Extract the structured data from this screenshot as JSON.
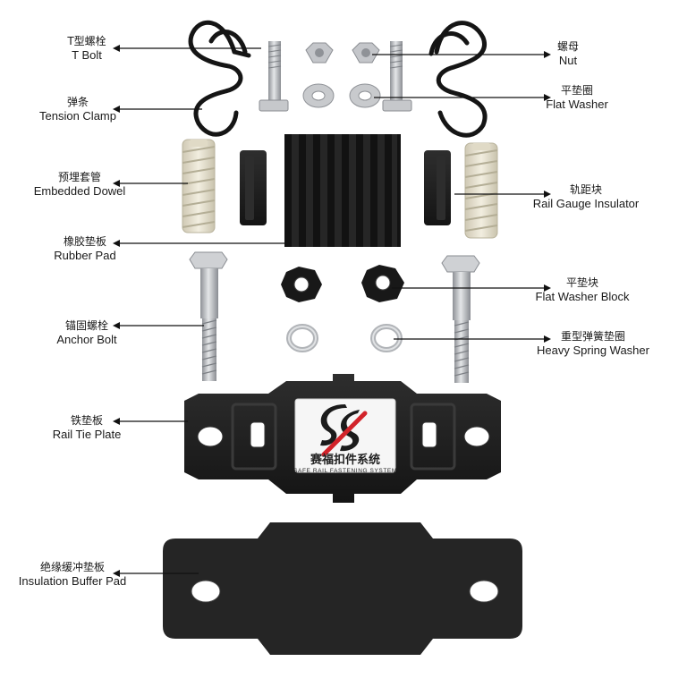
{
  "labels": {
    "t_bolt": {
      "zh": "T型螺栓",
      "en": "T Bolt"
    },
    "tension_clamp": {
      "zh": "弹条",
      "en": "Tension Clamp"
    },
    "embedded_dowel": {
      "zh": "预埋套管",
      "en": "Embedded Dowel"
    },
    "rubber_pad": {
      "zh": "橡胶垫板",
      "en": "Rubber Pad"
    },
    "anchor_bolt": {
      "zh": "锚固螺栓",
      "en": "Anchor Bolt"
    },
    "rail_tie_plate": {
      "zh": "铁垫板",
      "en": "Rail Tie Plate"
    },
    "insulation_buffer_pad": {
      "zh": "绝缘缓冲垫板",
      "en": "Insulation Buffer Pad"
    },
    "nut": {
      "zh": "螺母",
      "en": "Nut"
    },
    "flat_washer": {
      "zh": "平垫圈",
      "en": "Flat Washer"
    },
    "rail_gauge_insulator": {
      "zh": "轨距块",
      "en": "Rail Gauge Insulator"
    },
    "flat_washer_block": {
      "zh": "平垫块",
      "en": "Flat Washer Block"
    },
    "heavy_spring_washer": {
      "zh": "重型弹簧垫圈",
      "en": "Heavy Spring Washer"
    }
  },
  "sticker": {
    "title": "赛福扣件系统",
    "subtitle": "SAFE RAIL FASTENING SYSTEM"
  },
  "colors": {
    "sticker_mark_black": "#1b1b1b",
    "sticker_mark_red": "#d2232a",
    "plastic_black": "#1e1e1e",
    "dowel_cream": "#e9e4d2",
    "steel": "#b9bcc0"
  }
}
